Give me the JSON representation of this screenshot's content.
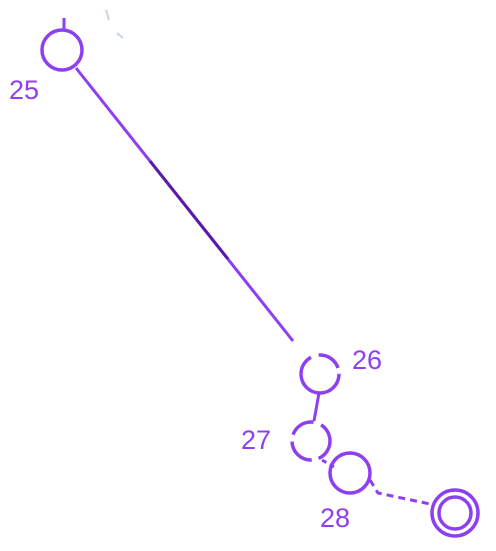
{
  "colors": {
    "route": "#8e3ff0",
    "route_dark": "#5a1aa8",
    "faint": "#c8d4e0"
  },
  "stops": [
    {
      "id": "25",
      "label": "25",
      "icon": "station-circle-icon"
    },
    {
      "id": "26",
      "label": "26",
      "icon": "station-circle-icon"
    },
    {
      "id": "27",
      "label": "27",
      "icon": "station-circle-dashed-icon"
    },
    {
      "id": "28",
      "label": "28",
      "icon": "station-circle-icon"
    },
    {
      "id": "end",
      "label": "",
      "icon": "destination-double-circle-icon"
    }
  ]
}
